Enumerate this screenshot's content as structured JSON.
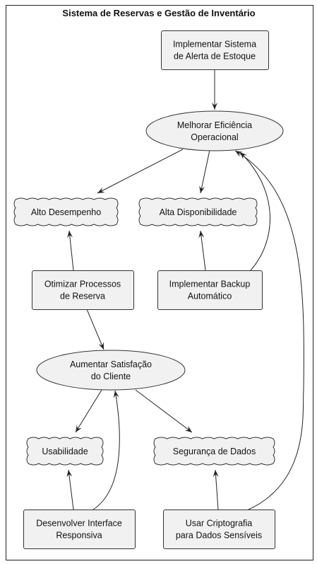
{
  "diagram": {
    "title": "Sistema de Reservas e Gestão de Inventário",
    "nodes": [
      {
        "id": "alerta",
        "kind": "action",
        "lines": [
          "Implementar Sistema",
          "de Alerta de Estoque"
        ]
      },
      {
        "id": "eficiencia",
        "kind": "goal",
        "lines": [
          "Melhorar Eficiência",
          "Operacional"
        ]
      },
      {
        "id": "desempenho",
        "kind": "quality",
        "lines": [
          "Alto Desempenho"
        ]
      },
      {
        "id": "disponibilidade",
        "kind": "quality",
        "lines": [
          "Alta Disponibilidade"
        ]
      },
      {
        "id": "otimizar",
        "kind": "action",
        "lines": [
          "Otimizar Processos",
          "de Reserva"
        ]
      },
      {
        "id": "backup",
        "kind": "action",
        "lines": [
          "Implementar Backup",
          "Automático"
        ]
      },
      {
        "id": "satisfacao",
        "kind": "goal",
        "lines": [
          "Aumentar Satisfação",
          "do Cliente"
        ]
      },
      {
        "id": "usabilidade",
        "kind": "quality",
        "lines": [
          "Usabilidade"
        ]
      },
      {
        "id": "seguranca",
        "kind": "quality",
        "lines": [
          "Segurança de Dados"
        ]
      },
      {
        "id": "interface",
        "kind": "action",
        "lines": [
          "Desenvolver Interface",
          "Responsiva"
        ]
      },
      {
        "id": "cripto",
        "kind": "action",
        "lines": [
          "Usar Criptografia",
          "para Dados Sensíveis"
        ]
      }
    ],
    "edges": [
      {
        "from": "alerta",
        "to": "eficiencia"
      },
      {
        "from": "eficiencia",
        "to": "desempenho"
      },
      {
        "from": "eficiencia",
        "to": "disponibilidade"
      },
      {
        "from": "otimizar",
        "to": "desempenho"
      },
      {
        "from": "backup",
        "to": "disponibilidade"
      },
      {
        "from": "backup",
        "to": "eficiencia"
      },
      {
        "from": "otimizar",
        "to": "satisfacao"
      },
      {
        "from": "satisfacao",
        "to": "usabilidade"
      },
      {
        "from": "satisfacao",
        "to": "seguranca"
      },
      {
        "from": "interface",
        "to": "usabilidade"
      },
      {
        "from": "interface",
        "to": "satisfacao"
      },
      {
        "from": "cripto",
        "to": "seguranca"
      },
      {
        "from": "cripto",
        "to": "eficiencia"
      }
    ]
  }
}
